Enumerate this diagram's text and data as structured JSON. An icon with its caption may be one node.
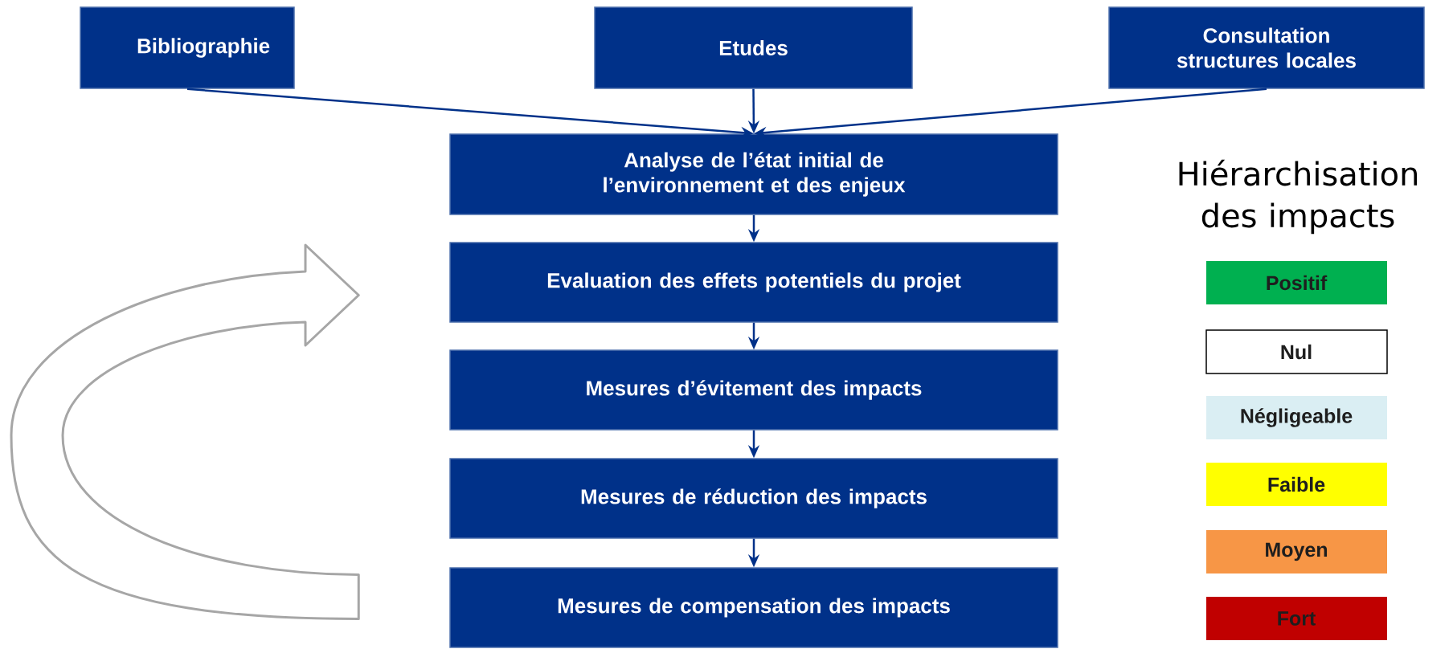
{
  "diagram": {
    "nodes": [
      {
        "text": [
          "Bibliographie"
        ]
      },
      {
        "text": [
          "Etudes"
        ]
      },
      {
        "text": [
          "Consultation structures locales"
        ]
      },
      {
        "text": [
          "Analyse de l’état initial de l’environnement et des enjeux"
        ]
      },
      {
        "text": [
          "Evaluation des effets potentiels du projet"
        ]
      },
      {
        "text": [
          "Mesures d’évitement des impacts"
        ]
      },
      {
        "text": [
          "Mesures de réduction des impacts"
        ]
      },
      {
        "text": [
          "Mesures de compensation des impacts"
        ]
      }
    ],
    "edges": [
      {
        "from": 0,
        "to": 3,
        "arrow": "to"
      },
      {
        "from": 1,
        "to": 3,
        "arrow": "to"
      },
      {
        "from": 2,
        "to": 3,
        "arrow": "to"
      },
      {
        "from": 3,
        "to": 4,
        "arrow": "to"
      },
      {
        "from": 4,
        "to": 5,
        "arrow": "to"
      },
      {
        "from": 5,
        "to": 6,
        "arrow": "to"
      },
      {
        "from": 6,
        "to": 7,
        "arrow": "to"
      },
      {
        "from": 7,
        "to": 4,
        "arrow": "to",
        "style": "thick",
        "color": "#a6a6a6"
      }
    ],
    "labels": [
      "Hiérarchisation des impacts"
    ],
    "legend": [
      {
        "text": "Positif",
        "color": "#00b050"
      },
      {
        "text": "Nul",
        "color": "#ffffff"
      },
      {
        "text": "Négligeable",
        "color": "#daeef3"
      },
      {
        "text": "Faible",
        "color": "#ffff00"
      },
      {
        "text": "Moyen",
        "color": "#f79646"
      },
      {
        "text": "Fort",
        "color": "#c00000"
      }
    ]
  }
}
